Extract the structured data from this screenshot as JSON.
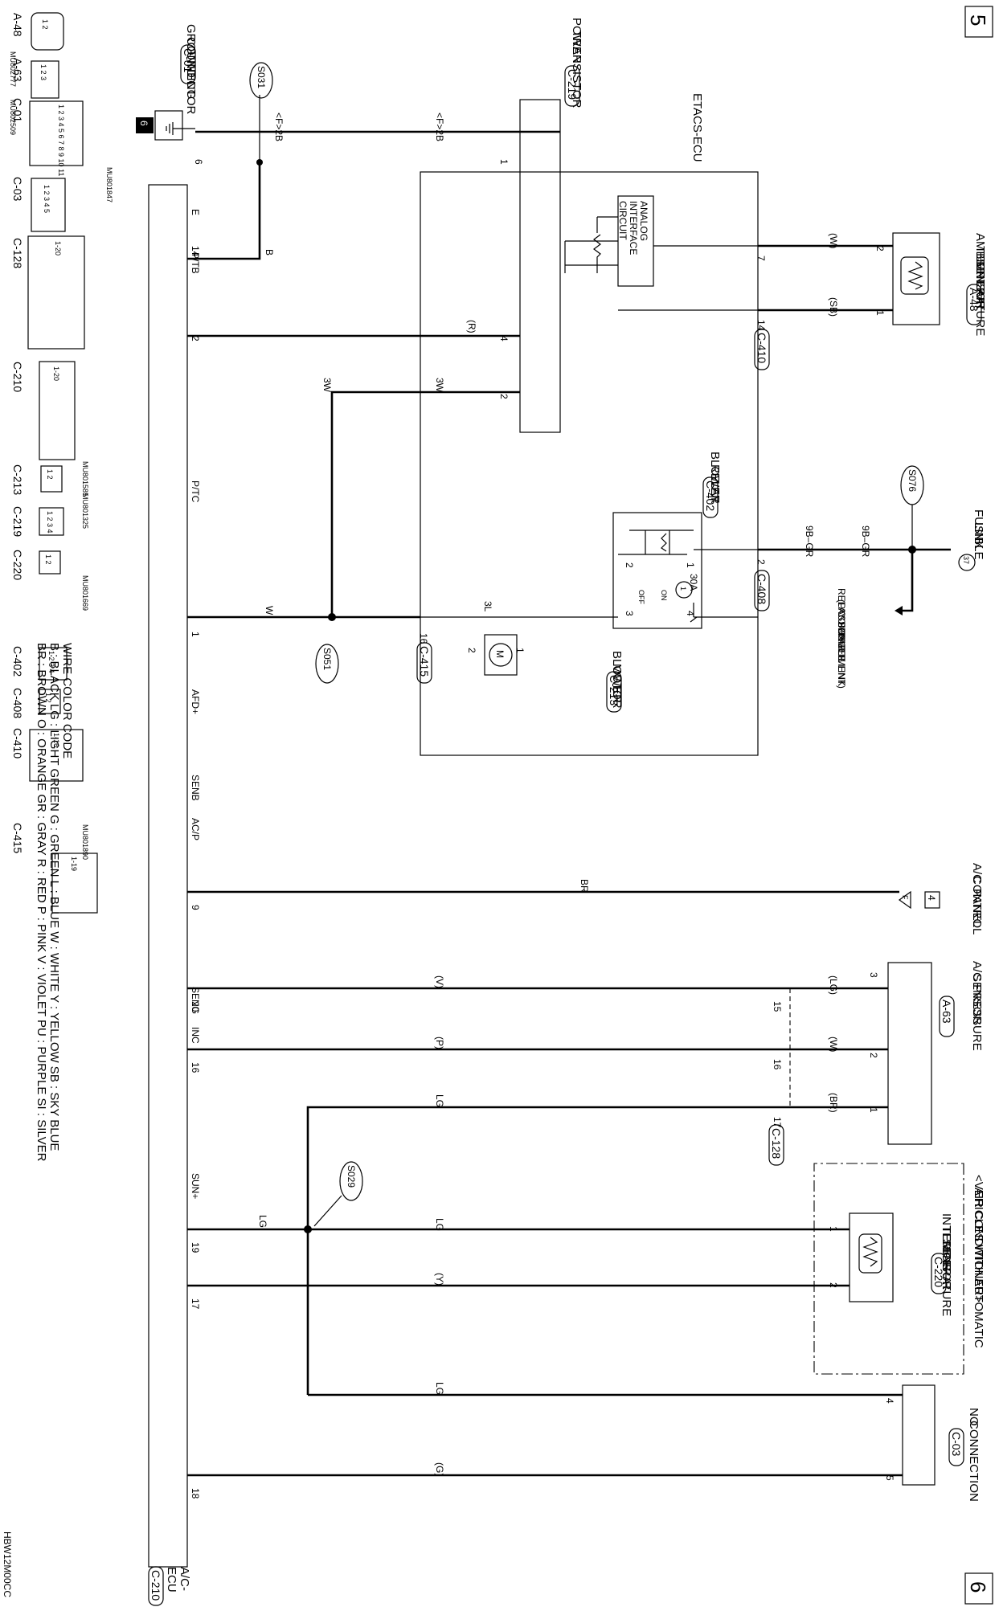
{
  "page": {
    "top_marker": "5",
    "bottom_marker": "6",
    "figure_code": "HBW12M00CC"
  },
  "wire_color_code": {
    "title": "WIRE COLOR CODE",
    "line1": "B : BLACK   LG : LIGHT GREEN   G : GREEN   L : BLUE   W : WHITE   Y : YELLOW   SB : SKY BLUE",
    "line2": "BR : BROWN   O : ORANGE   GR : GRAY   R : RED   P : PINK   V : VIOLET   PU : PURPLE   SI : SILVER"
  },
  "connector_views": [
    {
      "id": "A-48",
      "part": "MU802777",
      "pins": "1 2"
    },
    {
      "id": "A-63",
      "part": "MU802509",
      "pins": "1 2 3"
    },
    {
      "id": "C-01",
      "part": "MU801847",
      "pins": "1 2 3 4 5 6 7 8 9 10 11"
    },
    {
      "id": "C-03",
      "part": "",
      "pins": "1 2 3 4 5"
    },
    {
      "id": "C-128",
      "part": "",
      "pins": "1-20"
    },
    {
      "id": "C-210",
      "part": "MU801585",
      "pins": "1-20"
    },
    {
      "id": "C-213",
      "part": "MU801325",
      "pins": "1 2"
    },
    {
      "id": "C-219",
      "part": "",
      "pins": "1 2 3 4"
    },
    {
      "id": "C-220",
      "part": "MU801669",
      "pins": "1 2"
    },
    {
      "id": "C-402",
      "part": "",
      "pins": "1 2 3 4"
    },
    {
      "id": "C-408",
      "part": "",
      "pins": "1 2"
    },
    {
      "id": "C-410",
      "part": "",
      "pins": "1-16"
    },
    {
      "id": "C-415",
      "part": "MU801890",
      "pins": "1-19"
    }
  ],
  "components": {
    "power_transistor": {
      "name_l1": "POWER",
      "name_l2": "TRANSISTOR",
      "connector": "C-219"
    },
    "grounding_connector": {
      "name_l1": "GROUNDING",
      "name_l2": "CONNECTOR",
      "connector": "C-01",
      "symbol": "6"
    },
    "etacs_ecu": {
      "name": "ETACS-ECU"
    },
    "analog_interface": {
      "l1": "ANALOG",
      "l2": "INTERFACE",
      "l3": "CIRCUIT"
    },
    "ambient_sensor": {
      "l1": "AMBIENT AIR",
      "l2": "TEMPERATURE",
      "l3": "SENSOR",
      "connector": "A-48"
    },
    "blower_relay": {
      "l1": "BLOWER",
      "l2": "RELAY",
      "connector": "C-402"
    },
    "fusible_link": {
      "l1": "FUSIBLE",
      "l2": "LINK",
      "num": "37"
    },
    "relay_box": {
      "l1": "RELAY BOX",
      "l2": "(PASSENGER",
      "l3": "COMPARTMENT)",
      "l4": "FUSIBLE LINK"
    },
    "fuse": {
      "num": "1",
      "rating": "30A"
    },
    "blower_motor": {
      "l1": "BLOWER",
      "l2": "MOTOR",
      "connector": "C-213"
    },
    "ac_panel": {
      "l1": "A/C",
      "l2": "CONTROL",
      "l3": "PANEL",
      "tag": "4",
      "marker": "F"
    },
    "ac_pressure": {
      "l1": "A/C PRESSURE",
      "l2": "SENSOR",
      "connector": "A-63"
    },
    "auto_ac": {
      "l1": "<VEHICLES WITH AUTOMATIC",
      "l2": "AIR CONDITIONER>"
    },
    "interior_sensor": {
      "l1": "INTERIOR",
      "l2": "TEMPERATURE",
      "l3": "SENSOR",
      "connector": "C-220"
    },
    "no_connection": {
      "l1": "NO",
      "l2": "CONNECTION",
      "connector": "C-03"
    },
    "ac_ecu": {
      "l1": "A/C-",
      "l2": "ECU",
      "connector": "C-210"
    }
  },
  "splices": [
    "S031",
    "S076",
    "S051",
    "S029"
  ],
  "relay_states": {
    "on": "ON",
    "off": "OFF"
  },
  "connectors_inline": {
    "c410": "C-410",
    "c408": "C-408",
    "c415": "C-415",
    "c128": "C-128"
  },
  "wires": {
    "ground_a": "<F>2B",
    "ground_b": "<F>2B",
    "b": "B",
    "r": "(R)",
    "w3a": "3W",
    "w3b": "3W",
    "w": "W",
    "l3": "3L",
    "gr_a": "9B–GR",
    "gr_b": "9B–GR",
    "amb_w": "(W)",
    "amb_sb": "(SB)",
    "br": "BR",
    "v": "(V)",
    "p": "(P)",
    "lg": "LG",
    "lg_p": "(LG)",
    "w_p": "(W)",
    "br_p": "(BR)",
    "lg2": "LG",
    "lg3": "LG",
    "lg4": "LG",
    "y": "(Y)",
    "g": "(G)"
  },
  "pins": {
    "pt1": "1",
    "pt4": "4",
    "pt2": "2",
    "ecu_e": "E",
    "ecu_e_pin": "14",
    "ecu_ptb": "P/TB",
    "ecu_ptb_pin": "2",
    "ecu_ptc": "P/TC",
    "ecu_ptc_pin": "1",
    "ecu_afd": "AFD+",
    "ecu_afd_pin": "9",
    "ecu_senb": "SENB",
    "ecu_senb_pin": "20",
    "ecu_acp": "AC/P",
    "ecu_acp_pin": "16",
    "ecu_seng": "SENG",
    "ecu_seng_pin": "19",
    "ecu_inc": "INC",
    "ecu_inc_pin": "17",
    "ecu_sun": "SUN+",
    "ecu_sun_pin": "18",
    "gnd6": "6",
    "amb2": "2",
    "amb1": "1",
    "etacs7": "7",
    "etacs14": "14",
    "relay2": "2",
    "relay1": "1",
    "relay3": "3",
    "relay4": "4",
    "etacs2": "2",
    "etacs16": "16",
    "m1": "1",
    "m2": "2",
    "ps3": "3",
    "ps2": "2",
    "ps1": "1",
    "c128_15": "15",
    "c128_16": "16",
    "c128_17": "17",
    "is1": "1",
    "is2": "2",
    "nc4": "4",
    "nc5": "5"
  }
}
